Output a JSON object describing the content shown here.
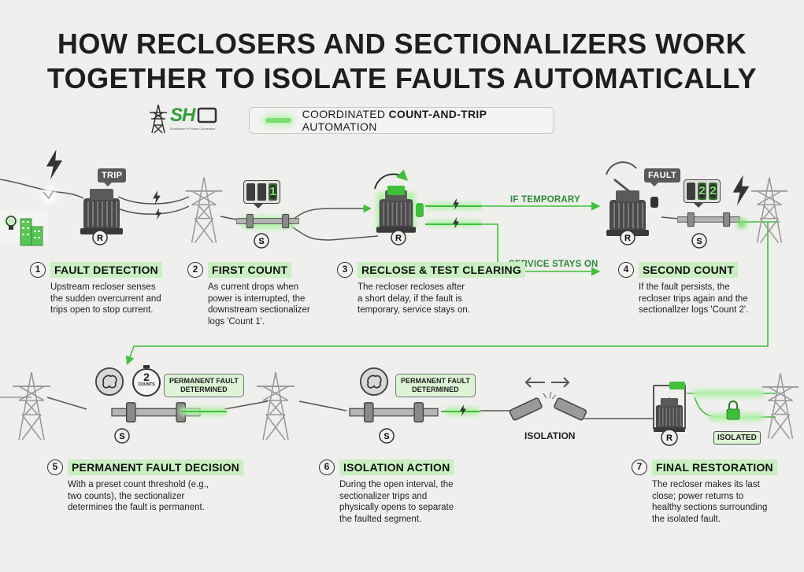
{
  "title_line1": "HOW RECLOSERS AND SECTIONALIZERS WORK",
  "title_line2": "TOGETHER TO ISOLATE FAULTS AUTOMATICALLY",
  "logo": {
    "text": "SH",
    "tagline": "Excellence in Power Connection"
  },
  "badge": {
    "prefix": "COORDINATED ",
    "bold": "COUNT-AND-TRIP",
    "suffix": " AUTOMATION"
  },
  "labels": {
    "trip": "TRIP",
    "fault": "FAULT",
    "if_temporary": "IF TEMPORARY",
    "service_stays_on": "SERVICE STAYS ON",
    "permanent_fault_line1": "PERMANENT FAULT",
    "permanent_fault_line2": "DETERMINED",
    "isolation": "ISOLATION",
    "isolated": "ISOLATED",
    "recloser_letter": "R",
    "sectionalizer_letter": "S",
    "counts_number": "2",
    "counts_word": "COUNTS"
  },
  "counters": {
    "first": [
      "",
      "",
      "1"
    ],
    "second": [
      "",
      "2",
      "2"
    ]
  },
  "steps": [
    {
      "num": "1",
      "title": "FAULT DETECTION",
      "desc": [
        "Upstream recloser senses",
        "the sudden overcurrent and",
        "trips open to stop current."
      ]
    },
    {
      "num": "2",
      "title": "FIRST COUNT",
      "desc": [
        "As current drops when",
        "power is interrupted, the",
        "downstream sectionalizer",
        "logs 'Count 1'."
      ]
    },
    {
      "num": "3",
      "title": "RECLOSE & TEST CLEARING",
      "desc": [
        "The recloser recloses after",
        "a short delay, if the fault is",
        "temporary, service stays on."
      ]
    },
    {
      "num": "4",
      "title": "SECOND COUNT",
      "desc": [
        "If the fault persists, the",
        "recloser trips again and the",
        "sectionallzer logs 'Count 2'."
      ]
    },
    {
      "num": "5",
      "title": "PERMANENT FAULT DECISION",
      "desc": [
        "With a preset count threshold (e.g.,",
        "two counts), the sectionalizer",
        "determines the fault is permanent."
      ]
    },
    {
      "num": "6",
      "title": "ISOLATION ACTION",
      "desc": [
        "During the open interval, the",
        "sectionalizer trips and",
        "physically opens to separate",
        "the faulted segment."
      ]
    },
    {
      "num": "7",
      "title": "FINAL RESTORATION",
      "desc": [
        "The recloser makes its last",
        "close; power returns to",
        "healthy sections surrounding",
        "the isolated fault."
      ]
    }
  ],
  "colors": {
    "green": "#3fbf3a",
    "glow": "#7be06f",
    "highlight": "#c9efc2",
    "dark": "#3a3a3a",
    "background": "#efefed"
  }
}
